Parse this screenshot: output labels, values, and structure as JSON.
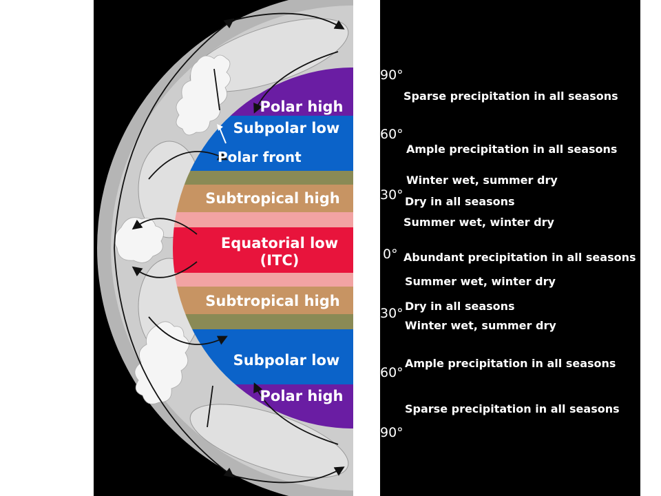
{
  "colors": {
    "polar_high": "#6a1da3",
    "subpolar_low": "#0b63c9",
    "olive": "#8a8a55",
    "subtropical_high": "#c79463",
    "pink": "#f2a3a3",
    "equatorial": "#e8143c",
    "circulation_grey": "#c8c8c8"
  },
  "bands": {
    "polar_high_north": "Polar high",
    "subpolar_low_north": "Subpolar low",
    "polar_front": "Polar front",
    "subtropical_high_north": "Subtropical high",
    "equatorial_line1": "Equatorial low",
    "equatorial_line2": "(ITC)",
    "subtropical_high_south": "Subtropical high",
    "subpolar_low_south": "Subpolar low",
    "polar_high_south": "Polar high"
  },
  "latitudes": [
    "90°",
    "60°",
    "30°",
    "0°",
    "30°",
    "60°",
    "90°"
  ],
  "precipitation": [
    "Sparse  precipitation in all  seasons",
    "Ample precipitation in all seasons",
    "Winter wet, summer dry",
    "Dry in all seasons",
    "Summer wet, winter dry",
    "Abundant precipitation in all  seasons",
    "Summer wet, winter dry",
    "Dry in all seasons",
    "Winter wet, summer  dry",
    "Ample precipitation in all seasons",
    "Sparse  precipitation in all seasons"
  ]
}
